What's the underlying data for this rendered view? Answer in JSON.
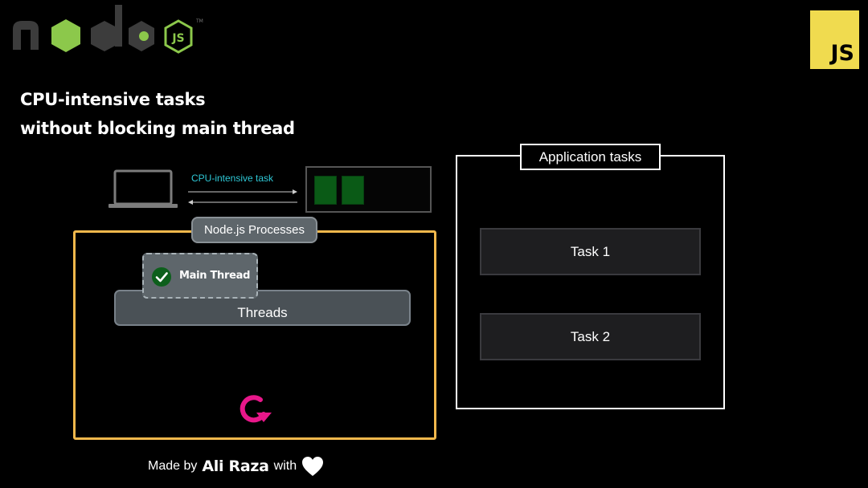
{
  "logos": {
    "node_icon": "nodejs-logo-icon",
    "js_badge_text": "JS",
    "js_badge_color": "#f0db4f",
    "node_green": "#8cc84b"
  },
  "headline": {
    "line1": "CPU-intensive tasks",
    "line2": "without blocking main thread"
  },
  "request": {
    "client_icon": "laptop-icon",
    "label": "CPU-intensive task",
    "label_color": "#2ec8d6"
  },
  "process": {
    "tag": "Node.js Processes",
    "border_color": "#f2b84c",
    "threads_label": "Threads",
    "main_thread_label": "Main Thread",
    "main_thread_icon": "check-circle-icon",
    "loop_icon": "refresh-icon",
    "loop_color": "#e8178a"
  },
  "application": {
    "tag": "Application tasks",
    "tasks": [
      "Task 1",
      "Task 2"
    ]
  },
  "footer": {
    "prefix": "Made by",
    "author": "Ali Raza",
    "suffix": "with",
    "heart_icon": "heart-icon"
  }
}
